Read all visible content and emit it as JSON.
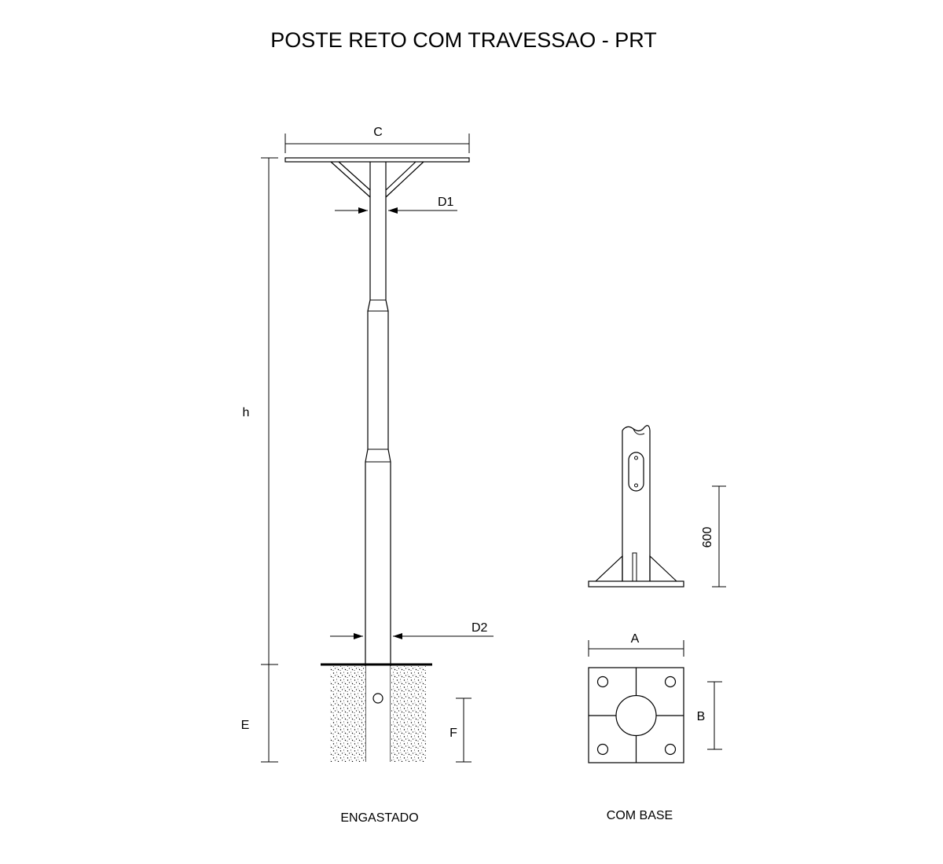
{
  "title": "POSTE RETO COM TRAVESSAO - PRT",
  "labels": {
    "c": "C",
    "d1": "D1",
    "d2": "D2",
    "h": "h",
    "e": "E",
    "f": "F",
    "a": "A",
    "b": "B",
    "base_height": "600"
  },
  "captions": {
    "embedded": "ENGASTADO",
    "with_base": "COM BASE"
  }
}
